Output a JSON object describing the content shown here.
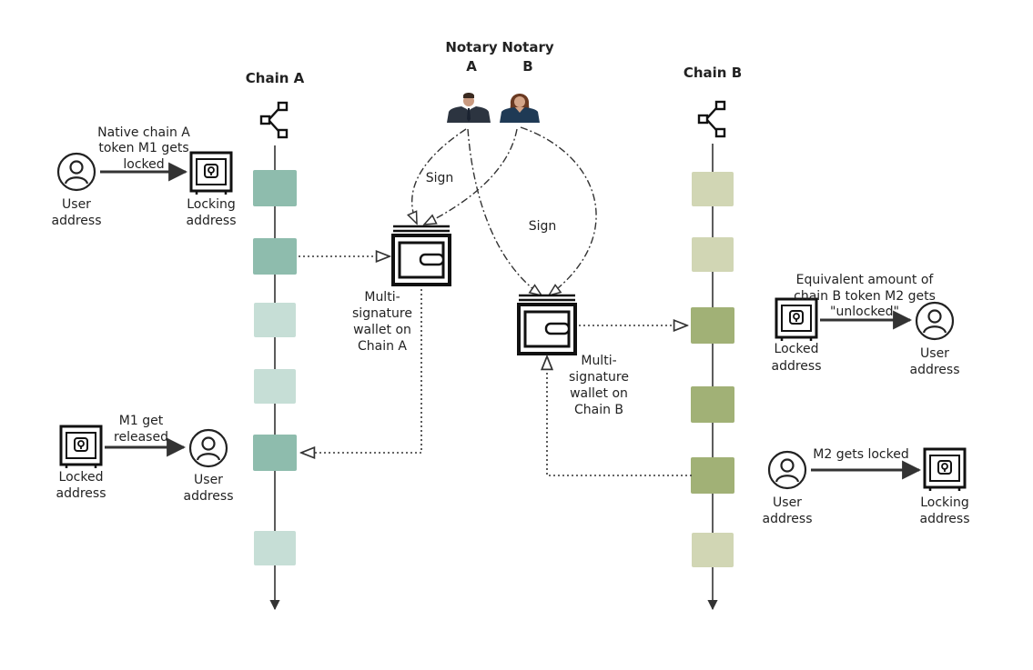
{
  "notaries": {
    "a": {
      "line1": "Notary",
      "line2": "A"
    },
    "b": {
      "line1": "Notary",
      "line2": "B"
    }
  },
  "chain_a": {
    "title": "Chain A",
    "colors": {
      "solid": "#8ebcad",
      "light": "#c6ded6"
    }
  },
  "chain_b": {
    "title": "Chain B",
    "colors": {
      "light": "#d1d6b4",
      "solid": "#a1b176"
    }
  },
  "labels": {
    "sign_left": "Sign",
    "sign_right": "Sign",
    "native_lock": [
      "Native chain A",
      "token M1 gets",
      "locked"
    ],
    "user_a1": [
      "User",
      "address"
    ],
    "locking_a": [
      "Locking",
      "address"
    ],
    "wallet_a": [
      "Multi-",
      "signature",
      "wallet on",
      "Chain A"
    ],
    "wallet_b": [
      "Multi-",
      "signature",
      "wallet on",
      "Chain B"
    ],
    "m1_release": [
      "M1 get",
      "released"
    ],
    "locked_a": [
      "Locked",
      "address"
    ],
    "user_a2": [
      "User",
      "address"
    ],
    "equivalent": [
      "Equivalent amount of",
      "chain B token M2 gets",
      "\"unlocked\""
    ],
    "locked_b": [
      "Locked",
      "address"
    ],
    "user_b1": [
      "User",
      "address"
    ],
    "m2_lock": "M2 gets locked",
    "user_b2": [
      "User",
      "address"
    ],
    "locking_b": [
      "Locking",
      "address"
    ]
  },
  "icons": {
    "blockchain": "blockchain-icon",
    "user": "user-icon",
    "safe": "safe-icon",
    "wallet": "wallet-icon",
    "person": "person-icon"
  }
}
